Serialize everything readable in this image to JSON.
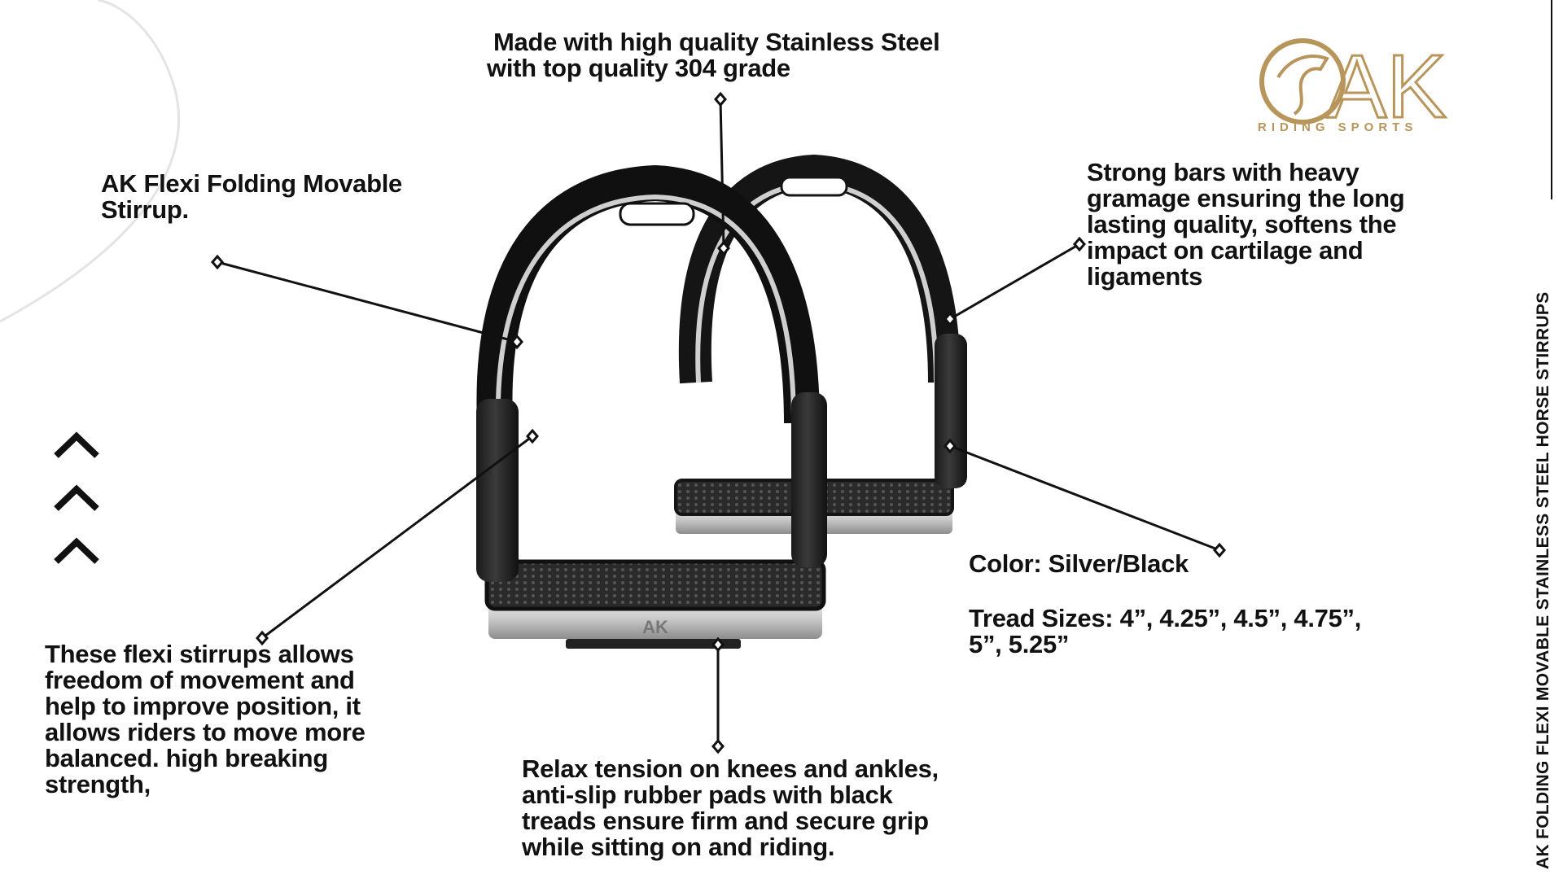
{
  "product": {
    "side_title": "AK FOLDING FLEXI MOVABLE STAINLESS STEEL  HORSE STIRRUPS"
  },
  "brand": {
    "logo_text": "AK",
    "tagline": "RIDING SPORTS",
    "plate_text": "AK",
    "gold_color": "#b8955a"
  },
  "features": {
    "steel": [
      "Made with high quality Stainless Steel",
      "with top quality 304 grade"
    ],
    "name": [
      "AK Flexi Folding Movable",
      "Stirrup."
    ],
    "bars": [
      "Strong bars with heavy",
      "gramage ensuring the long",
      "lasting quality, softens the",
      "impact on cartilage and",
      "ligaments"
    ],
    "color": "Color: Silver/Black",
    "tread": [
      "Tread Sizes: 4”, 4.25”, 4.5”, 4.75”,",
      "5”, 5.25”"
    ],
    "freedom": [
      "These flexi stirrups allows",
      "freedom of movement and",
      "help to improve position, it",
      "allows riders to move more",
      "balanced. high breaking",
      "strength,"
    ],
    "relax": [
      "Relax tension on knees and ankles,",
      "anti-slip rubber pads with black",
      "treads ensure firm and secure grip",
      "while sitting on and riding."
    ]
  },
  "icons": {
    "chevrons": [
      "chevron-up-icon",
      "chevron-up-icon",
      "chevron-up-icon"
    ]
  }
}
